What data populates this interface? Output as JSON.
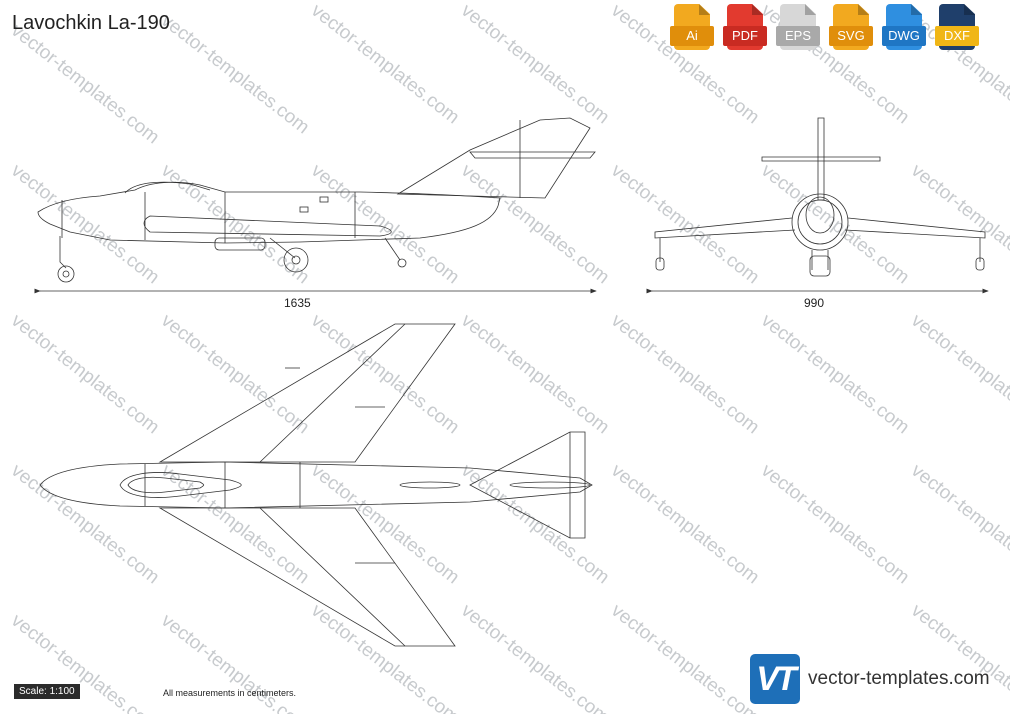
{
  "title": "Lavochkin La-190",
  "formats": [
    {
      "label": "Ai",
      "color": "#f2a91f",
      "icon": "ai-file-icon"
    },
    {
      "label": "PDF",
      "color": "#e23a2f",
      "icon": "pdf-file-icon"
    },
    {
      "label": "EPS",
      "color": "#c9c9c9",
      "icon": "eps-file-icon"
    },
    {
      "label": "SVG",
      "color": "#f2a91f",
      "icon": "svg-file-icon"
    },
    {
      "label": "DWG",
      "color": "#2f8fe0",
      "icon": "dwg-file-icon"
    },
    {
      "label": "DXF",
      "color": "#1f3f6b",
      "icon": "dxf-file-icon"
    }
  ],
  "dimensions": {
    "length": "1635",
    "span": "990"
  },
  "scale": "Scale: 1:100",
  "note": "All measurements in centimeters.",
  "watermark": "vector-templates.com",
  "logo": {
    "mark": "VT",
    "text": "vector-templates.com"
  }
}
